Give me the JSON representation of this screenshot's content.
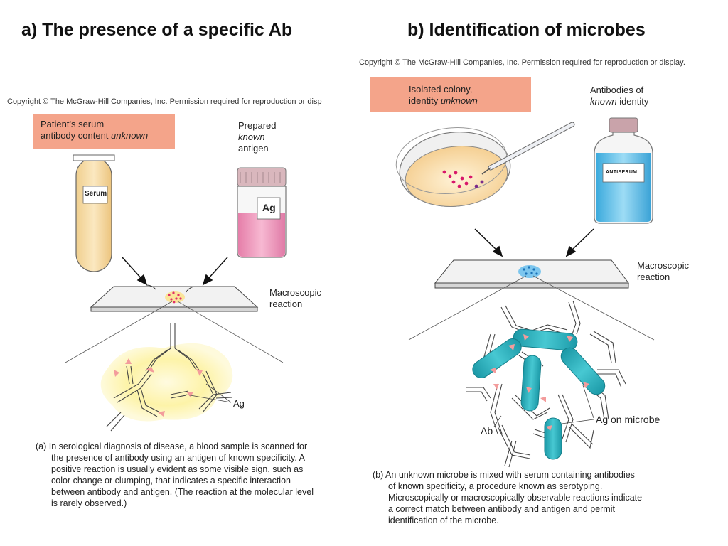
{
  "titles": {
    "left": "a) The presence of a specific Ab",
    "right": "b) Identification of microbes"
  },
  "copyright": {
    "left": "Copyright © The McGraw-Hill Companies, Inc. Permission required for reproduction or disp",
    "right": "Copyright © The McGraw-Hill Companies, Inc. Permission required for reproduction or display."
  },
  "panel_a": {
    "box_line1": "Patient's serum",
    "box_line2_prefix": "antibody content ",
    "box_line2_italic": "unknown",
    "prepared_line1": "Prepared",
    "prepared_italic": "known",
    "prepared_line3": "antigen",
    "tube_label": "Serum",
    "jar_label": "Ag",
    "macro_line1": "Macroscopic",
    "macro_line2": "reaction",
    "ag_label": "Ag",
    "caption": "(a) In serological diagnosis of disease, a blood sample is scanned for the presence of antibody using an antigen of known specificity. A positive reaction is usually evident as some visible sign, such as color change or clumping, that indicates a specific interaction between antibody and antigen. (The reaction at the molecular level is rarely observed.)",
    "caption_lines": [
      "(a) In serological diagnosis of disease, a blood sample is scanned for",
      "the presence of antibody using an antigen of known specificity. A",
      "positive reaction is usually evident as some visible sign, such as",
      "color change or clumping, that indicates a specific interaction",
      "between antibody and antigen. (The reaction at the molecular level",
      "is rarely observed.)"
    ]
  },
  "panel_b": {
    "box_line1": "Isolated colony,",
    "box_line2_prefix": "identity ",
    "box_line2_italic": "unknown",
    "antibodies_line1": "Antibodies of",
    "antibodies_italic": "known",
    "antibodies_suffix": " identity",
    "bottle_label": "ANTISERUM",
    "macro_line1": "Macroscopic",
    "macro_line2": "reaction",
    "ag_label": "Ag on microbe",
    "ab_label": "Ab",
    "caption_lines": [
      "(b) An unknown microbe is mixed with serum containing antibodies",
      "of known specificity, a procedure known as serotyping.",
      "Microscopically or macroscopically observable reactions indicate",
      "a correct match between antibody and antigen and permit",
      "identification of the microbe."
    ]
  },
  "colors": {
    "label_box": "#f4a48a",
    "serum": "#f5d9a0",
    "antigen_liquid": "#ee8fb8",
    "antiserum": "#5cc0e8",
    "microbe": "#2cb2be",
    "clump_glow": "#fdf3a8"
  }
}
